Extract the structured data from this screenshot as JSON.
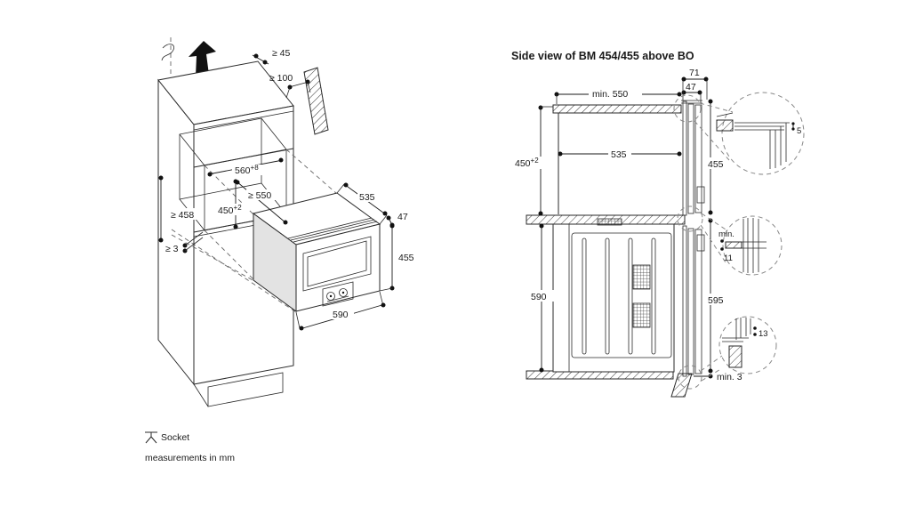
{
  "page": {
    "background": "#ffffff",
    "line_color": "#2a2a2a",
    "appliance_side_fill": "#e3e3e3"
  },
  "left_diagram": {
    "labels": {
      "clearance_top": "≥ 45",
      "clearance_side": "≥ 100",
      "niche_width": {
        "main": "560",
        "sup": "+8"
      },
      "niche_depth": "≥ 550",
      "niche_height": {
        "main": "450",
        "sup": "+2"
      },
      "partition_height": "≥ 458",
      "bottom_gap": "≥ 3",
      "appliance_depth": "535",
      "front_protrusion": "47",
      "appliance_height": "455",
      "appliance_width": "590"
    },
    "socket_label": "Socket",
    "units_note": "measurements in mm"
  },
  "right_diagram": {
    "title": "Side view of BM 454/455 above BO",
    "labels": {
      "total_front_depth": "71",
      "front_protrusion": "47",
      "niche_min_depth": "min. 550",
      "niche_height": {
        "main": "450",
        "sup": "+2"
      },
      "appliance_depth": "535",
      "appliance_height": "455",
      "oven_niche_height": "590",
      "oven_front_height": "595",
      "bottom_gap": "min. 3",
      "detail_top_gap": "5",
      "detail_mid_gap_word": "min.",
      "detail_mid_gap_value": "11",
      "detail_bottom_gap": "13"
    }
  }
}
